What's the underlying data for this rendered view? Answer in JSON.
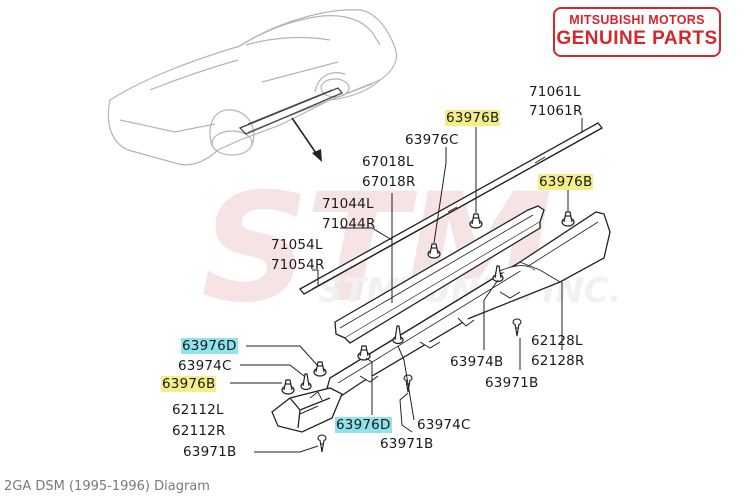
{
  "badge": {
    "line1": "MITSUBISHI MOTORS",
    "line2": "GENUINE PARTS"
  },
  "caption": "2GA DSM (1995-1996) Diagram",
  "watermark": {
    "text": "STM",
    "subtext": "STMTUNED INC."
  },
  "colors": {
    "badge_red": "#d4262b",
    "highlight_yellow": "#f3ee86",
    "highlight_cyan": "#8fe3ea",
    "line": "#222222"
  },
  "labels": {
    "p71061l": "71061L",
    "p71061r": "71061R",
    "p63976b_top": "63976B",
    "p63976c_top": "63976C",
    "p67018l": "67018L",
    "p67018r": "67018R",
    "p63976b_right": "63976B",
    "p71044l": "71044L",
    "p71044r": "71044R",
    "p71054l": "71054L",
    "p71054r": "71054R",
    "p62128l": "62128L",
    "p62128r": "62128R",
    "p63974b": "63974B",
    "p63971b_right": "63971B",
    "p63976d_left": "63976D",
    "p63974c_left": "63974C",
    "p63976b_left": "63976B",
    "p62112l": "62112L",
    "p62112r": "62112R",
    "p63976d_bottom": "63976D",
    "p63974c_bottom": "63974C",
    "p63971b_bottom_mid": "63971B",
    "p63971b_bottom_left": "63971B"
  }
}
